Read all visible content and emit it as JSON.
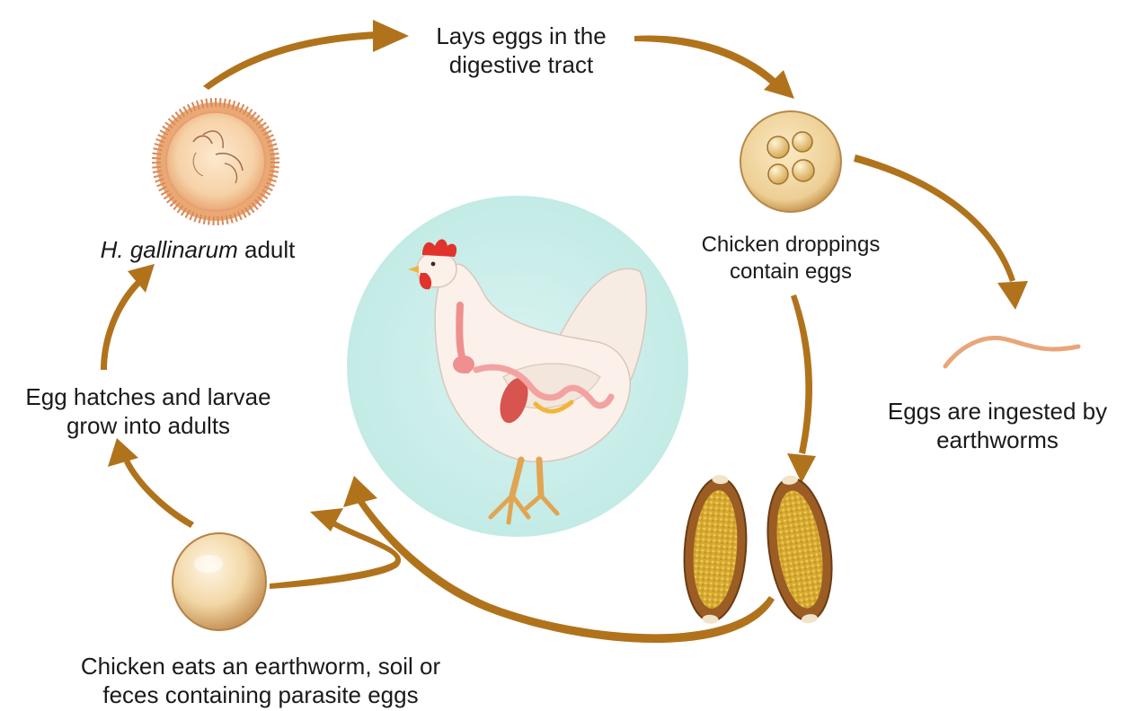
{
  "colors": {
    "arrow": "#b0731c",
    "circle_bg": "#cdeeea",
    "egg_shell": "#a0642a",
    "egg_yolk": "#e0b83a",
    "adult_egg": "#f3c89a",
    "worm": "#e8a67a",
    "text": "#1a1a1a"
  },
  "labels": {
    "lays_eggs": [
      "Lays eggs in the",
      "digestive tract"
    ],
    "adult": {
      "species": "H. gallinarum",
      "suffix": " adult"
    },
    "droppings": [
      "Chicken droppings",
      "contain eggs"
    ],
    "ingested": [
      "Eggs are ingested by",
      "earthworms"
    ],
    "hatch": [
      "Egg hatches and larvae",
      "grow into adults"
    ],
    "eats": [
      "Chicken eats an earthworm, soil or",
      "feces containing parasite eggs"
    ]
  },
  "icons": {
    "adult_stage": "adult-worm-cyst-icon",
    "egg_cluster": "egg-cluster-icon",
    "earthworm": "earthworm-icon",
    "parasite_eggs": "parasite-egg-pair-icon",
    "larva_egg": "larva-egg-icon",
    "chicken": "chicken-anatomy-icon"
  }
}
